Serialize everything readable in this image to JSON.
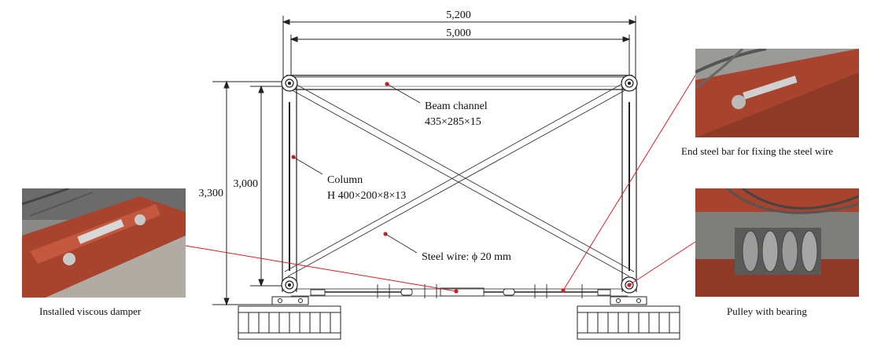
{
  "dimensions": {
    "overall_width": "5,200",
    "inner_width": "5,000",
    "overall_height": "3,300",
    "inner_height": "3,000"
  },
  "annotations": {
    "beam_name": "Beam channel",
    "beam_size": "435×285×15",
    "column_name": "Column",
    "column_size": "H 400×200×8×13",
    "wire_label": "Steel wire: ϕ 20 mm"
  },
  "photos": {
    "damper_caption": "Installed viscous damper",
    "endbar_caption": "End steel bar for fixing the steel wire",
    "pulley_caption": "Pulley with bearing"
  },
  "colors": {
    "leader": "#d42020",
    "line": "#222222",
    "photo_red": "#a8442e"
  }
}
